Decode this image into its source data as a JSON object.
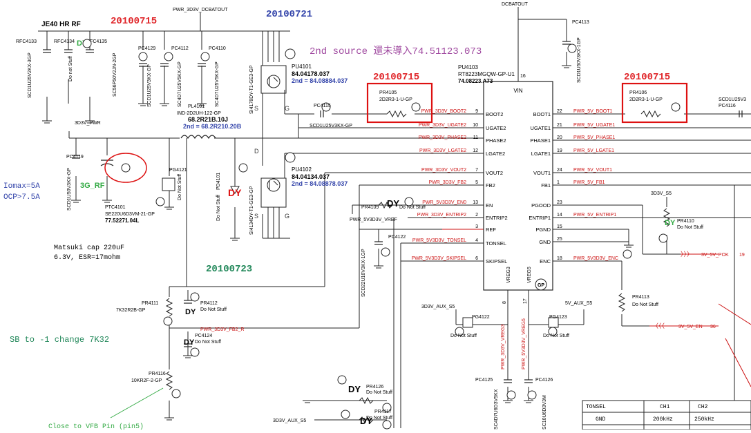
{
  "colors": {
    "wire": "#222222",
    "net_red": "#cc1111",
    "date_red": "#e0262a",
    "date_blue": "#3344aa",
    "date_green": "#22885a",
    "purple": "#a04aa0",
    "green_note": "#33aa44",
    "box_red": "#dd1111",
    "hatch": "#2b2b2b"
  },
  "title_left": "JE40 HR RF",
  "dates": {
    "d1": "20100715",
    "d2": "20100721",
    "d3": "20100715",
    "d4": "20100715",
    "d5": "20100723"
  },
  "top_nets": {
    "dcbat_pwr": "PWR_3D3V_DCBATOUT",
    "dcbat": "DCBATOUT"
  },
  "second_source": "2nd source 還未導入74.51123.073",
  "left_caps": [
    {
      "ref": "RFC4133",
      "part": "SCD1U25V2KX-3GP"
    },
    {
      "ref": "RFC4134",
      "part": "Do not Stuff"
    },
    {
      "ref": "RFC4135",
      "part": "SC56P50V2JN-2GP"
    },
    {
      "ref": "PC4129",
      "part": "SCD1U25V3KX-GP"
    },
    {
      "ref": "PC4112",
      "part": "SC4D7U25V5KX-GP"
    },
    {
      "ref": "PC4110",
      "part": "SC4D7U25V5KX-GP"
    }
  ],
  "dy_small": "DY",
  "pu4101": {
    "ref": "PU4101",
    "pn": "84.04178.037",
    "second": "2nd = 84.08884.037",
    "part": "SI4178DY-T1-GE3-GP"
  },
  "pu4102": {
    "ref": "PU4102",
    "pn": "84.04134.037",
    "second": "2nd = 84.08878.037",
    "part": "SI4134DY-T1-GE3-GP"
  },
  "pin_labels": {
    "s": "S",
    "g": "G",
    "d": "D"
  },
  "pl4101": {
    "ref": "PL4101",
    "part": "IND-2D2UH-122-GP",
    "pn": "68.2R21B.10J",
    "second": "2nd = 68.2R210.20B"
  },
  "pc4115": {
    "ref": "PC4115",
    "part": "SCD1U25V3KX-GP"
  },
  "pwr_3d3v": "3D3V_PWR",
  "pc4119": {
    "ref": "PC4119",
    "part": "SCD1U50V3KX-GP"
  },
  "rf_3g": "3G_RF",
  "iomax": "Iomax=5A",
  "ocp": "OCP>7.5A",
  "ptc4101": {
    "ref": "PTC4101",
    "part": "SE220U6D3VM-21-GP",
    "pn": "77.52271.04L"
  },
  "pg4121": {
    "ref": "PG4121",
    "note": "Do Not Stuff"
  },
  "pd4101": {
    "ref": "PD4101",
    "note": "Do Not Stuff",
    "dy": "DY"
  },
  "matsuki": [
    "Matsuki cap 220uF",
    "6.3V, ESR=17mohm"
  ],
  "pr4111": {
    "ref": "PR4111",
    "part": "7K32R2B-GP"
  },
  "pr4112": {
    "ref": "PR4112",
    "note": "Do Not Stuff",
    "dy": "DY"
  },
  "pc4124": {
    "ref": "PC4124",
    "note": "Do Not Stuff",
    "dy": "DY"
  },
  "fb2_r": "PWR_3D3V_FB2_R",
  "sb_note": "SB to -1 change 7K32",
  "pr4116": {
    "ref": "PR4116",
    "part": "10KR2F-2-GP"
  },
  "close_note": "Close to VFB Pin (pin5)",
  "pr4105": {
    "ref": "PR4105",
    "part": "2D2R3-1-U-GP"
  },
  "pr4106": {
    "ref": "PR4106",
    "part": "2D2R3-1-U-GP"
  },
  "pu4103": {
    "ref": "PU4103",
    "part": "RT8223MGQW-GP-U1",
    "pn": "74.08223.A73"
  },
  "ic_left_pins": [
    {
      "num": "9",
      "name": "BOOT2",
      "net": "PWR_3D3V_BOOT2"
    },
    {
      "num": "10",
      "name": "UGATE2",
      "net": "PWR_3D3V_UGATE2"
    },
    {
      "num": "11",
      "name": "PHASE2",
      "net": "PWR_3D3V_PHASE2"
    },
    {
      "num": "12",
      "name": "LGATE2",
      "net": "PWR_3D3V_LGATE2"
    },
    {
      "num": "7",
      "name": "VOUT2",
      "net": "PWR_3D3V_VOUT2"
    },
    {
      "num": "5",
      "name": "FB2",
      "net": "PWR_3D3V_FB2"
    },
    {
      "num": "13",
      "name": "EN",
      "net": "PWR_5V3D3V_EN0"
    },
    {
      "num": "2",
      "name": "ENTRIP2",
      "net": "PWR_3D3V_ENTRIP2"
    },
    {
      "num": "3",
      "name": "REF",
      "net": ""
    },
    {
      "num": "4",
      "name": "TONSEL",
      "net": "PWR_5V3D3V_TONSEL"
    },
    {
      "num": "6",
      "name": "SKIPSEL",
      "net": "PWR_5V3D3V_SKIPSEL"
    }
  ],
  "ic_right_pins": [
    {
      "num": "22",
      "name": "BOOT1",
      "net": "PWR_5V_BOOT1"
    },
    {
      "num": "21",
      "name": "UGATE1",
      "net": "PWR_5V_UGATE1"
    },
    {
      "num": "20",
      "name": "PHASE1",
      "net": "PWR_5V_PHASE1"
    },
    {
      "num": "19",
      "name": "LGATE1",
      "net": "PWR_5V_LGATE1"
    },
    {
      "num": "24",
      "name": "VOUT1",
      "net": "PWR_5V_VOUT1"
    },
    {
      "num": "1",
      "name": "FB1",
      "net": "PWR_5V_FB1"
    },
    {
      "num": "23",
      "name": "PGOOD",
      "net": ""
    },
    {
      "num": "14",
      "name": "ENTRIP1",
      "net": "PWR_5V_ENTRIP1"
    },
    {
      "num": "15",
      "name": "PGND",
      "net": ""
    },
    {
      "num": "25",
      "name": "GND",
      "net": ""
    },
    {
      "num": "18",
      "name": "ENC",
      "net": "PWR_5V3D3V_ENC"
    }
  ],
  "ic_vin": {
    "num": "16",
    "name": "VIN"
  },
  "ic_bottom": {
    "vreg3": "VREG3",
    "vreg5": "VREG5",
    "pin8": "8",
    "pin17": "17",
    "gp": "GP"
  },
  "pr4109": {
    "ref": "PR4109",
    "note": "Do Not Stuff",
    "dy": "DY"
  },
  "vref": "PWR_5V3D3V_VREF",
  "pc4122": {
    "ref": "PC4122",
    "part": "SCD22U10V3KX-1GP"
  },
  "pc4113": {
    "ref": "PC4113",
    "part": "SCD1U50V3KX-1GP"
  },
  "pr4110": {
    "ref": "PR4110",
    "note": "Do Not Stuff",
    "dy": "DY",
    "net": "3D3V_S5"
  },
  "pok": {
    "net": "3V_5V_POK",
    "page": "19"
  },
  "pr4113": {
    "ref": "PR4113",
    "note": "Do Not Stuff"
  },
  "en_net": {
    "net": "3V_5V_EN",
    "page": "36"
  },
  "pg4122": {
    "ref": "PG4122",
    "note": "Do Not Stuff",
    "net": "3D3V_AUX_S5"
  },
  "pg4123": {
    "ref": "PG4123",
    "note": "Do Not Stuff",
    "net": "5V_AUX_S5"
  },
  "vreg_nets": {
    "v3": "PWR_3D3V_VREG3",
    "v5": "PWR_5V3D3V_VREG5"
  },
  "pc4125": {
    "ref": "PC4125",
    "part": "SC4D7U6D3V5KX"
  },
  "pc4126": {
    "ref": "PC4126",
    "part": "SC10U6D3V3M"
  },
  "pr4126": {
    "ref": "PR4126",
    "note": "Do Not Stuff",
    "dy": "DY"
  },
  "pr4117": {
    "ref": "PR4117",
    "note": "Do Not Stuff",
    "dy": "DY"
  },
  "aux_s5_bottom": "3D3V_AUX_S5",
  "sc_right": "SCD1U25V3",
  "pc_right": "PC4116",
  "tonsel_table": {
    "headers": [
      "TONSEL",
      "CH1",
      "CH2"
    ],
    "rows": [
      [
        "GND",
        "200kHz",
        "250kHz"
      ]
    ]
  }
}
